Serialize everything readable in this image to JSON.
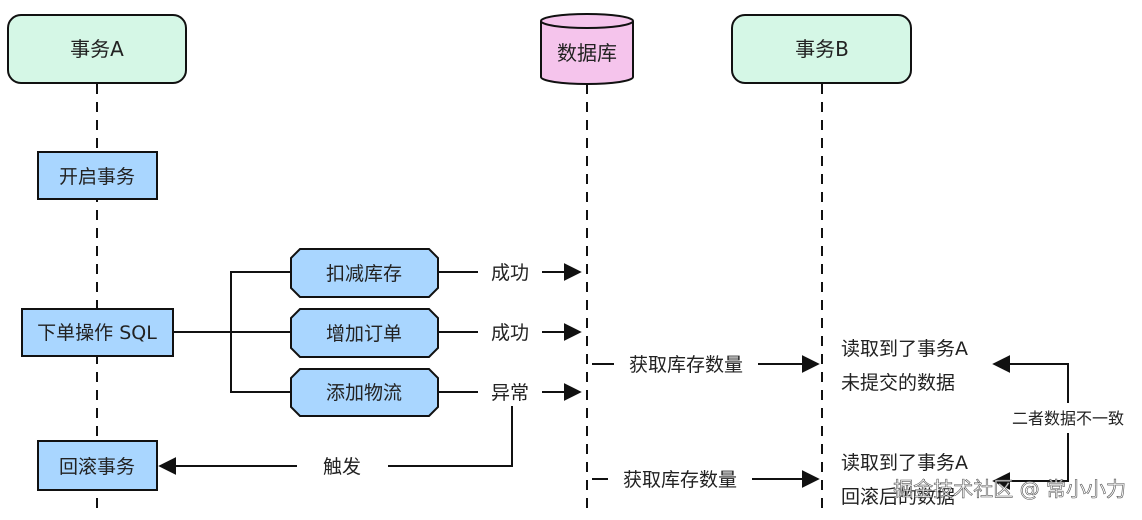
{
  "participants": {
    "a": "事务A",
    "db": "数据库",
    "b": "事务B"
  },
  "steps": {
    "begin": "开启事务",
    "order_sql": "下单操作 SQL",
    "rollback": "回滚事务"
  },
  "ops": {
    "deduct_stock": "扣减库存",
    "add_order": "增加订单",
    "add_logistics": "添加物流"
  },
  "results": {
    "success_1": "成功",
    "success_2": "成功",
    "exception": "异常",
    "trigger": "触发"
  },
  "reads": {
    "query_1": "获取库存数量",
    "query_2": "获取库存数量",
    "read1_line1": "读取到了事务A",
    "read1_line2": "未提交的数据",
    "read2_line1": "读取到了事务A",
    "read2_line2": "回滚后的数据"
  },
  "annotation": "二者数据不一致",
  "watermark": "掘金技术社区 @ 常小小力",
  "colors": {
    "participant_fill": "#d5f7e6",
    "db_fill": "#f5c4ec",
    "step_fill": "#a9d6ff",
    "op_fill": "#a9d6ff",
    "stroke": "#111111"
  }
}
